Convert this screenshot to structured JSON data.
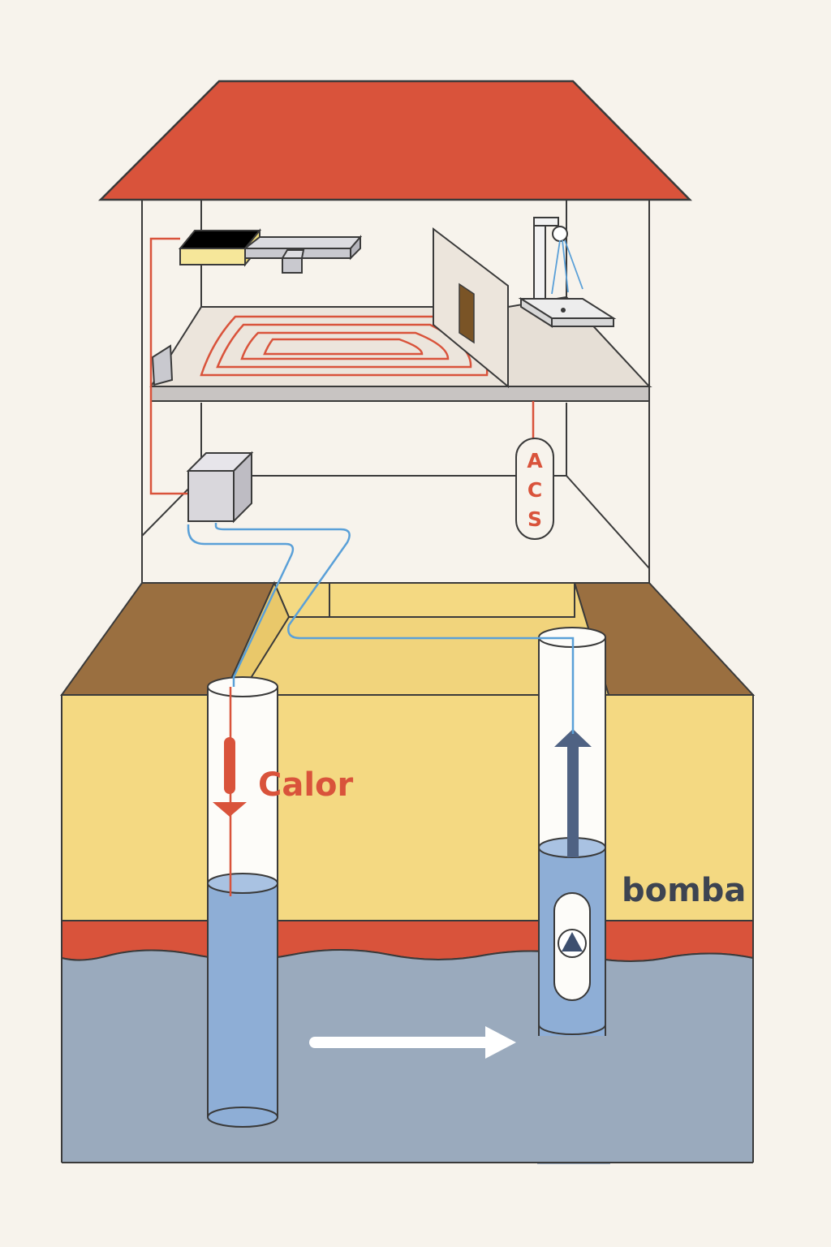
{
  "labels": {
    "acs": [
      "A",
      "C",
      "S"
    ],
    "calor": "Calor",
    "bomba": "bomba"
  },
  "colors": {
    "background": "#f7f3ec",
    "roof": "#d9533b",
    "outline": "#3a3a3a",
    "soil_top": "#9a6f40",
    "soil_yellow": "#f4d982",
    "hot_layer": "#d9533b",
    "groundwater": "#9aaabd",
    "water": "#8eaed6",
    "hot_pipe": "#d9533b",
    "cold_pipe": "#5aa0d8",
    "pump_arrow": "#4f6283",
    "flow_arrow": "#ffffff",
    "duct": "#c9c9cf",
    "air_unit": "#f6e79a",
    "floor": "#ece5dc",
    "heat_pump_box": "#d9d7dc"
  }
}
